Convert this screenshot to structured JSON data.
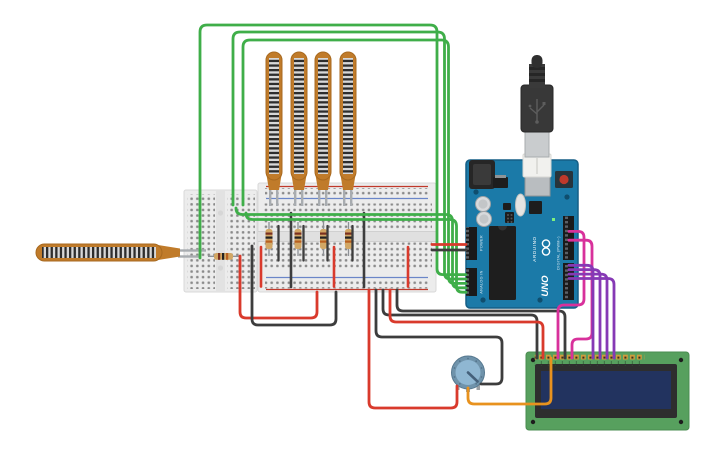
{
  "app": {
    "canvas_background": "#ffffff",
    "tool": "circuit-layout-canvas"
  },
  "arduino": {
    "silkscreen": {
      "model": "UNO",
      "brand": "ARDUINO",
      "digital_label": "DIGITAL (PWM~)",
      "analog_label": "ANALOG IN",
      "power_label": "POWER"
    },
    "board_color": "#1b7aa8",
    "header_color": "#1a1a1a",
    "reset_button_color": "#c0392b"
  },
  "components": {
    "flex_sensors_vertical": {
      "count": 4,
      "body_color": "#c07b2a"
    },
    "flex_sensor_horizontal": {
      "count": 1,
      "body_color": "#c07b2a"
    },
    "resistors": {
      "count": 5,
      "body_color": "#d2a765"
    },
    "breadboard_full": {
      "count": 1,
      "color": "#ececec"
    },
    "breadboard_mini": {
      "count": 1,
      "color": "#ececec"
    },
    "potentiometer": {
      "count": 1,
      "knob_color": "#8fb7d2"
    },
    "lcd_16x2": {
      "count": 1,
      "board_color": "#57a05e",
      "screen_color": "#22335f"
    },
    "usb_cable": {
      "count": 1,
      "color": "#383838"
    }
  },
  "wires": {
    "colors": {
      "green": "#3fae49",
      "red": "#d93a2c",
      "black": "#3d3d3d",
      "orange": "#e8921e",
      "magenta": "#d8319b",
      "purple": "#8639b5",
      "lead_grey": "#a8acb0"
    }
  }
}
